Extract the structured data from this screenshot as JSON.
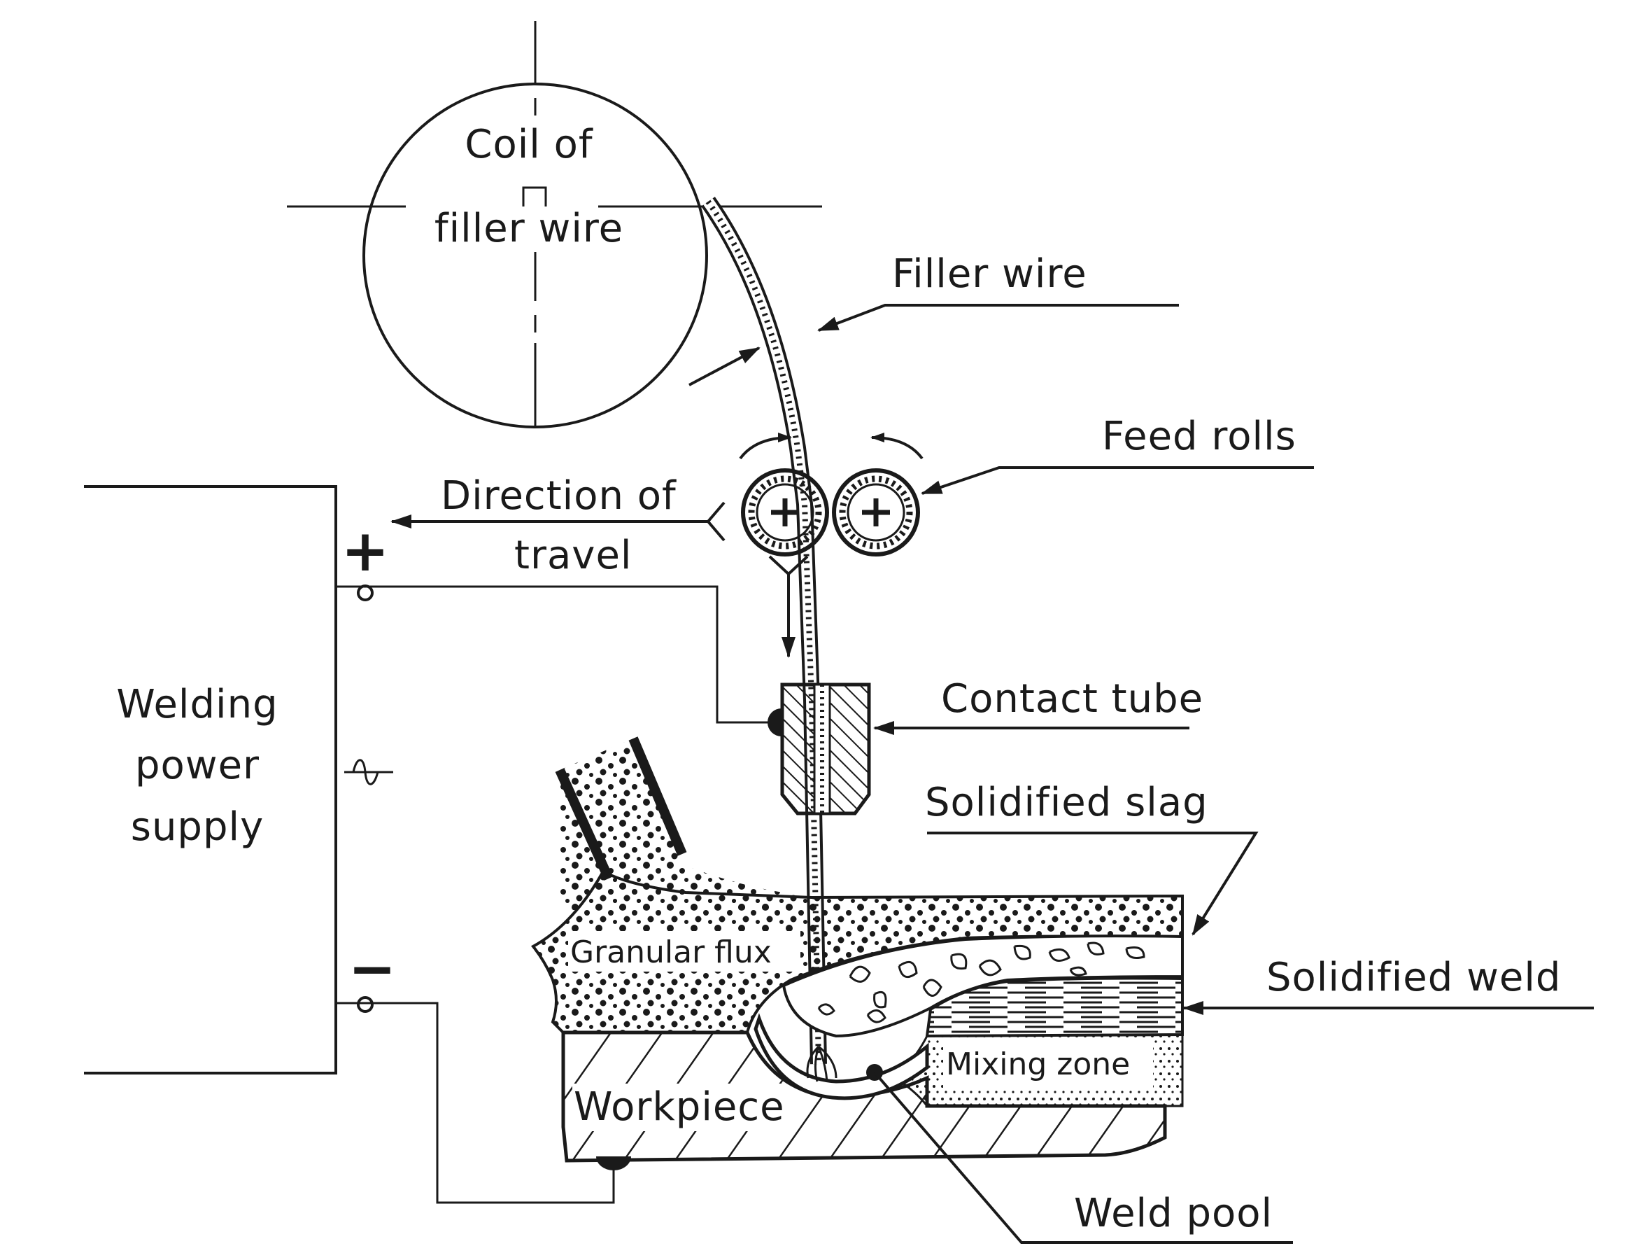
{
  "labels": {
    "coil_line1": "Coil of",
    "coil_line2": "filler wire",
    "filler_wire": "Filler wire",
    "feed_rolls": "Feed rolls",
    "direction_line1": "Direction of",
    "direction_line2": "travel",
    "power_line1": "Welding",
    "power_line2": "power",
    "power_line3": "supply",
    "plus_sign": "+",
    "minus_sign": "−",
    "contact_tube": "Contact tube",
    "solidified_slag": "Solidified slag",
    "solidified_weld": "Solidified weld",
    "granular_flux": "Granular flux",
    "mixing_zone": "Mixing zone",
    "workpiece": "Workpiece",
    "weld_pool": "Weld pool"
  },
  "icons": {
    "roll_symbol": "plus-icon",
    "ac_symbol": "ac-wave-icon"
  },
  "colors": {
    "ink": "#1a1a1a",
    "background": "#ffffff"
  }
}
